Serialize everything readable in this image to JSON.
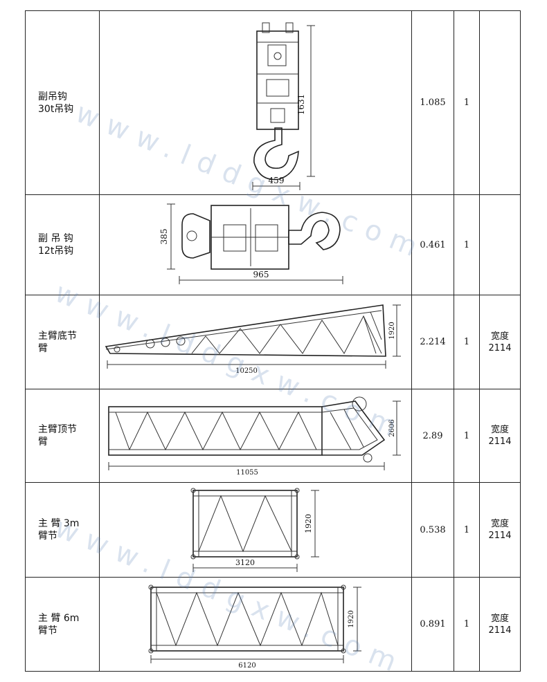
{
  "rows": [
    {
      "name_line1": "副吊钩",
      "name_line2": "30t吊钩",
      "weight": "1.085",
      "qty": "1",
      "note_line1": "",
      "note_line2": "",
      "dims": {
        "height": "1631",
        "width": "459"
      }
    },
    {
      "name_line1": "副 吊 钩",
      "name_line2": "12t吊钩",
      "weight": "0.461",
      "qty": "1",
      "note_line1": "",
      "note_line2": "",
      "dims": {
        "height": "385",
        "width": "965"
      }
    },
    {
      "name_line1": "主臂底节",
      "name_line2": "臂",
      "weight": "2.214",
      "qty": "1",
      "note_line1": "宽度",
      "note_line2": "2114",
      "dims": {
        "height": "1920",
        "width": "10250"
      }
    },
    {
      "name_line1": "主臂顶节",
      "name_line2": "臂",
      "weight": "2.89",
      "qty": "1",
      "note_line1": "宽度",
      "note_line2": "2114",
      "dims": {
        "height": "2606",
        "width": "11055"
      }
    },
    {
      "name_line1": "主 臂  3m",
      "name_line2": "臂节",
      "weight": "0.538",
      "qty": "1",
      "note_line1": "宽度",
      "note_line2": "2114",
      "dims": {
        "height": "1920",
        "width": "3120"
      }
    },
    {
      "name_line1": "主 臂  6m",
      "name_line2": "臂节",
      "weight": "0.891",
      "qty": "1",
      "note_line1": "宽度",
      "note_line2": "2114",
      "dims": {
        "height": "1920",
        "width": "6120"
      }
    }
  ],
  "watermark": "www.lddgxw.com"
}
